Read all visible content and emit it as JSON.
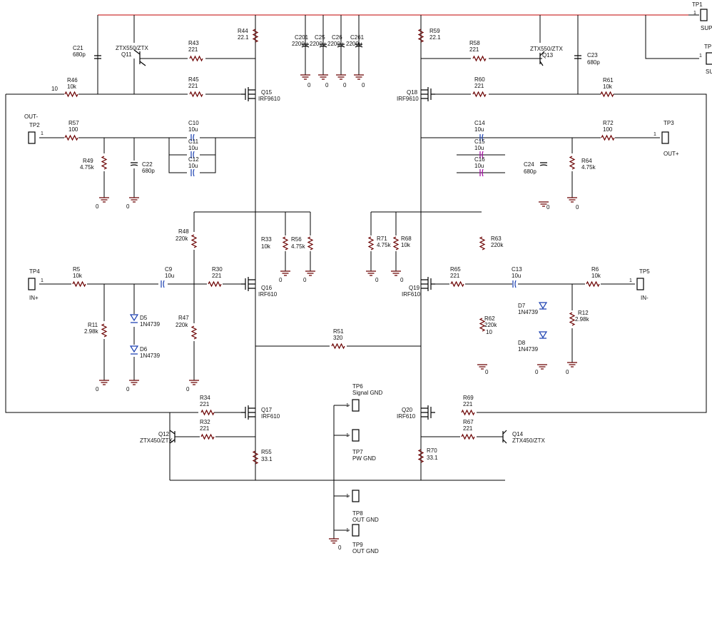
{
  "labels": {
    "tp1": "TP1",
    "tp1_net": "SUP",
    "tp1b": "TP",
    "tp1b_net": "SU",
    "pin1": "1",
    "c21": "C21",
    "c21v": "680p",
    "q11": "Q11",
    "q11v": "ZTX550/ZTX",
    "r43": "R43",
    "r43v": "221",
    "r44": "R44",
    "r44v": "22.1",
    "c201": "C201",
    "c201v": "2200u",
    "c25": "C25",
    "c25v": "2200u",
    "c26": "C26",
    "c26v": "2200u",
    "c261": "C261",
    "c261v": "2200u",
    "r59": "R59",
    "r59v": "22.1",
    "r58": "R58",
    "r58v": "221",
    "q13": "Q13",
    "q13v": "ZTX550/ZTX",
    "c23": "C23",
    "c23v": "680p",
    "r46": "R46",
    "r46v": "10k",
    "r46x": "10",
    "r45": "R45",
    "r45v": "221",
    "q15": "Q15",
    "q15v": "IRF9610",
    "q18": "Q18",
    "q18v": "IRF9610",
    "r60": "R60",
    "r60v": "221",
    "r61": "R61",
    "r61v": "10k",
    "tp2": "TP2",
    "tp2_net": "OUT-",
    "r57": "R57",
    "r57v": "100",
    "c10": "C10",
    "c10v": "10u",
    "c11": "C11",
    "c11v": "10u",
    "c12": "C12",
    "c12v": "10u",
    "c14": "C14",
    "c14v": "10u",
    "c15": "C15",
    "c15v": "10u",
    "c16": "C16",
    "c16v": "10u",
    "r72": "R72",
    "r72v": "100",
    "tp3": "TP3",
    "tp3_net": "OUT+",
    "r49": "R49",
    "r49v": "4.75k",
    "c22": "C22",
    "c22v": "680p",
    "c24": "C24",
    "c24v": "680p",
    "r64": "R64",
    "r64v": "4.75k",
    "gnd": "0",
    "r48": "R48",
    "r48v": "220k",
    "r33": "R33",
    "r33v": "10k",
    "r56": "R56",
    "r56v": "4.75k",
    "r71": "R71",
    "r71v": "4.75k",
    "r68": "R68",
    "r68v": "10k",
    "r63": "R63",
    "r63v": "220k",
    "tp4": "TP4",
    "tp4_net": "IN+",
    "r5": "R5",
    "r5v": "10k",
    "c9": "C9",
    "c9v": "10u",
    "r30": "R30",
    "r30v": "221",
    "q16": "Q16",
    "q16v": "IRF610",
    "q19": "Q19",
    "q19v": "IRF610",
    "r65": "R65",
    "r65v": "221",
    "c13": "C13",
    "c13v": "10u",
    "r6": "R6",
    "r6v": "10k",
    "tp5": "TP5",
    "tp5_net": "IN-",
    "r11": "R11",
    "r11v": "2.98k",
    "d5": "D5",
    "d5v": "1N4739",
    "d6": "D6",
    "d6v": "1N4739",
    "r47": "R47",
    "r47v": "220k",
    "r62": "R62",
    "r62v": "220k",
    "r62x": "10",
    "d7": "D7",
    "d7v": "1N4739",
    "d8": "D8",
    "d8v": "1N4739",
    "r12": "R12",
    "r12v": "2.98k",
    "r51": "R51",
    "r51v": "320",
    "tp6": "TP6",
    "tp6_net": "Signal GND",
    "tp7": "TP7",
    "tp7_net": "PW GND",
    "tp8": "TP8",
    "tp8_net": "OUT GND",
    "tp9": "TP9",
    "tp9_net": "OUT GND",
    "r34": "R34",
    "r34v": "221",
    "q17": "Q17",
    "q17v": "IRF610",
    "q20": "Q20",
    "q20v": "IRF610",
    "r69": "R69",
    "r69v": "221",
    "r32": "R32",
    "r32v": "221",
    "q12": "Q12",
    "q12v": "ZTX450/ZTX",
    "r67": "R67",
    "r67v": "221",
    "q14": "Q14",
    "q14v": "ZTX450/ZTX",
    "r55": "R55",
    "r55v": "33.1",
    "r70": "R70",
    "r70v": "33.1"
  }
}
